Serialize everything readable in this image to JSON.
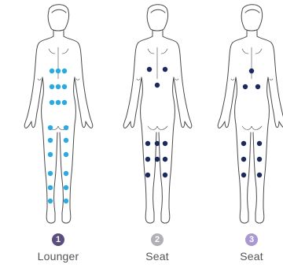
{
  "colors": {
    "outline": "#4a4a4a",
    "lounger_dot": "#29aae2",
    "seat_dot": "#1b2a5c"
  },
  "programs": [
    {
      "number": "1",
      "label": "Lounger",
      "badge_color": "#5b4e7c",
      "dot_color": "#29aae2"
    },
    {
      "number": "2",
      "label": "Seat",
      "badge_color": "#b2b0b6",
      "dot_color": "#1b2a5c"
    },
    {
      "number": "3",
      "label": "Seat",
      "badge_color": "#a89ad0",
      "dot_color": "#1b2a5c"
    }
  ]
}
